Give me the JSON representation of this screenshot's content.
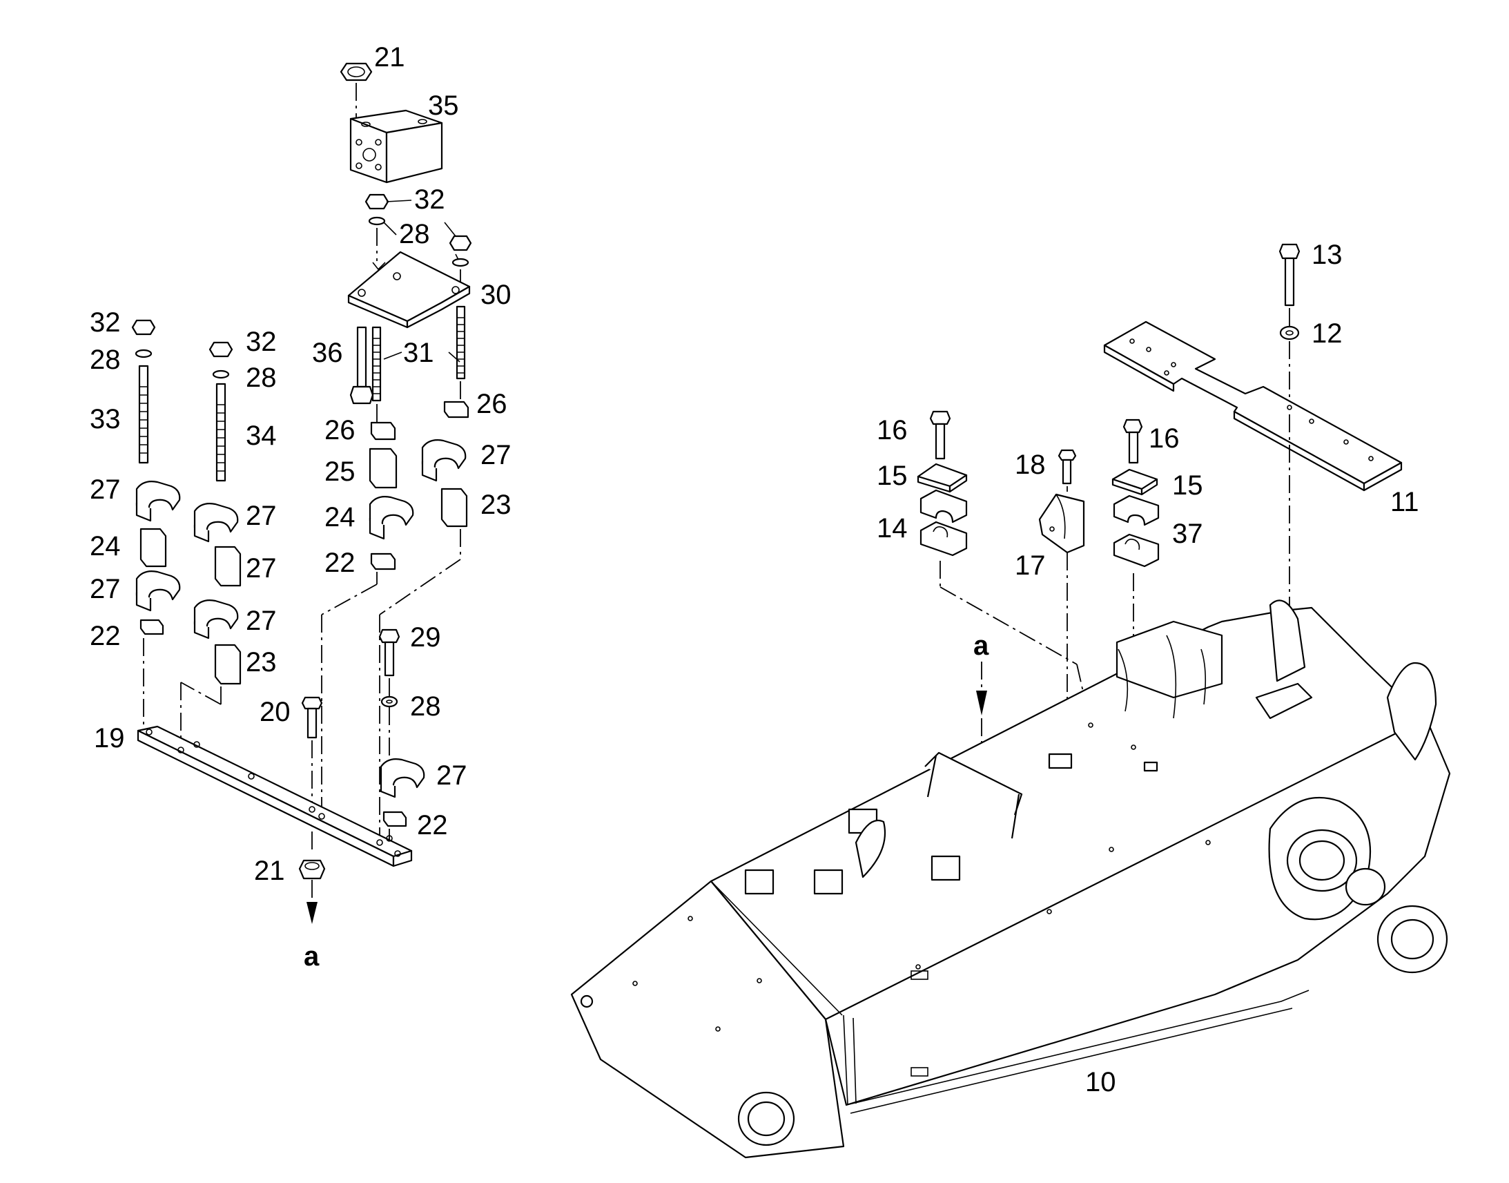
{
  "diagram": {
    "reference_marker": "a",
    "callouts": [
      {
        "id": "c21t",
        "label": "21"
      },
      {
        "id": "c35",
        "label": "35"
      },
      {
        "id": "c32a",
        "label": "32"
      },
      {
        "id": "c28a",
        "label": "28"
      },
      {
        "id": "c30",
        "label": "30"
      },
      {
        "id": "c32b",
        "label": "32"
      },
      {
        "id": "c28b",
        "label": "28"
      },
      {
        "id": "c32c",
        "label": "32"
      },
      {
        "id": "c28c",
        "label": "28"
      },
      {
        "id": "c33",
        "label": "33"
      },
      {
        "id": "c34",
        "label": "34"
      },
      {
        "id": "c36",
        "label": "36"
      },
      {
        "id": "c31",
        "label": "31"
      },
      {
        "id": "c26a",
        "label": "26"
      },
      {
        "id": "c26b",
        "label": "26"
      },
      {
        "id": "c25",
        "label": "25"
      },
      {
        "id": "c27a",
        "label": "27"
      },
      {
        "id": "c23a",
        "label": "23"
      },
      {
        "id": "c27b",
        "label": "27"
      },
      {
        "id": "c27c",
        "label": "27"
      },
      {
        "id": "c24a",
        "label": "24"
      },
      {
        "id": "c24b",
        "label": "24"
      },
      {
        "id": "c27d",
        "label": "27"
      },
      {
        "id": "c27e",
        "label": "27"
      },
      {
        "id": "c27f",
        "label": "27"
      },
      {
        "id": "c22a",
        "label": "22"
      },
      {
        "id": "c22b",
        "label": "22"
      },
      {
        "id": "c23b",
        "label": "23"
      },
      {
        "id": "c29",
        "label": "29"
      },
      {
        "id": "c28d",
        "label": "28"
      },
      {
        "id": "c20",
        "label": "20"
      },
      {
        "id": "c19",
        "label": "19"
      },
      {
        "id": "c27g",
        "label": "27"
      },
      {
        "id": "c22c",
        "label": "22"
      },
      {
        "id": "c21b",
        "label": "21"
      },
      {
        "id": "c13",
        "label": "13"
      },
      {
        "id": "c12",
        "label": "12"
      },
      {
        "id": "c11",
        "label": "11"
      },
      {
        "id": "c16a",
        "label": "16"
      },
      {
        "id": "c15a",
        "label": "15"
      },
      {
        "id": "c14",
        "label": "14"
      },
      {
        "id": "c18",
        "label": "18"
      },
      {
        "id": "c17",
        "label": "17"
      },
      {
        "id": "c16b",
        "label": "16"
      },
      {
        "id": "c15b",
        "label": "15"
      },
      {
        "id": "c37",
        "label": "37"
      },
      {
        "id": "c10",
        "label": "10"
      }
    ]
  }
}
